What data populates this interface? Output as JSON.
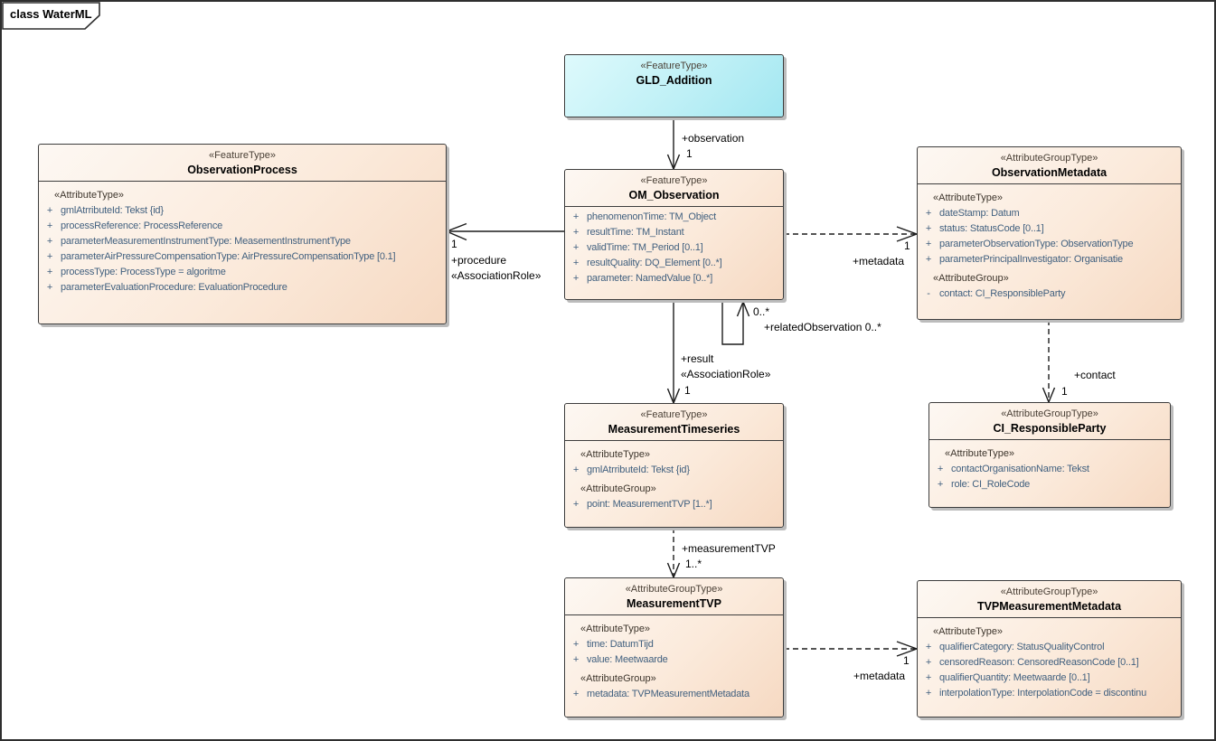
{
  "frame": {
    "tab_label": "class WaterML"
  },
  "colors": {
    "class_fill": "#f6d9c2",
    "feature_type_fill": "#a2e7f1",
    "border": "#3d3d3d",
    "attribute_text": "#41607f",
    "stereotype_text": "#4a4036"
  },
  "boxes": {
    "gld": {
      "stereotype": "«FeatureType»",
      "name": "GLD_Addition",
      "rows": []
    },
    "omObservation": {
      "stereotype": "«FeatureType»",
      "name": "OM_Observation",
      "rows": [
        {
          "vis": "+",
          "text": "phenomenonTime: TM_Object"
        },
        {
          "vis": "+",
          "text": "resultTime: TM_Instant"
        },
        {
          "vis": "+",
          "text": "validTime: TM_Period [0..1]"
        },
        {
          "vis": "+",
          "text": "resultQuality: DQ_Element [0..*]"
        },
        {
          "vis": "+",
          "text": "parameter: NamedValue [0..*]"
        }
      ]
    },
    "observationProcess": {
      "stereotype": "«FeatureType»",
      "name": "ObservationProcess",
      "rows": [
        {
          "kind": "stereo",
          "text": "«AttributeType»"
        },
        {
          "vis": "+",
          "text": "gmlAtrributeId: Tekst {id}"
        },
        {
          "vis": "+",
          "text": "processReference: ProcessReference"
        },
        {
          "vis": "+",
          "text": "parameterMeasurementInstrumentType: MeasementInstrumentType"
        },
        {
          "vis": "+",
          "text": "parameterAirPressureCompensationType: AirPressureCompensationType [0.1]"
        },
        {
          "vis": "+",
          "text": "processType: ProcessType = algoritme"
        },
        {
          "vis": "+",
          "text": "parameterEvaluationProcedure: EvaluationProcedure"
        }
      ]
    },
    "observationMetadata": {
      "stereotype": "«AttributeGroupType»",
      "name": "ObservationMetadata",
      "rows": [
        {
          "kind": "stereo",
          "text": "«AttributeType»"
        },
        {
          "vis": "+",
          "text": "dateStamp: Datum"
        },
        {
          "vis": "+",
          "text": "status: StatusCode [0..1]"
        },
        {
          "vis": "+",
          "text": "parameterObservationType: ObservationType"
        },
        {
          "vis": "+",
          "text": "parameterPrincipalInvestigator: Organisatie"
        },
        {
          "kind": "stereo",
          "text": "«AttributeGroup»"
        },
        {
          "vis": "-",
          "text": "contact: CI_ResponsibleParty"
        }
      ]
    },
    "measurementTimeseries": {
      "stereotype": "«FeatureType»",
      "name": "MeasurementTimeseries",
      "rows": [
        {
          "kind": "stereo",
          "text": "«AttributeType»"
        },
        {
          "vis": "+",
          "text": "gmlAtrributeId: Tekst {id}"
        },
        {
          "kind": "stereo",
          "text": "«AttributeGroup»"
        },
        {
          "vis": "+",
          "text": "point: MeasurementTVP [1..*]"
        }
      ]
    },
    "ciResponsibleParty": {
      "stereotype": "«AttributeGroupType»",
      "name": "CI_ResponsibleParty",
      "rows": [
        {
          "kind": "stereo",
          "text": "«AttributeType»"
        },
        {
          "vis": "+",
          "text": "contactOrganisationName: Tekst"
        },
        {
          "vis": "+",
          "text": "role: CI_RoleCode"
        }
      ]
    },
    "measurementTVP": {
      "stereotype": "«AttributeGroupType»",
      "name": "MeasurementTVP",
      "rows": [
        {
          "kind": "stereo",
          "text": "«AttributeType»"
        },
        {
          "vis": "+",
          "text": "time: DatumTijd"
        },
        {
          "vis": "+",
          "text": "value: Meetwaarde"
        },
        {
          "kind": "stereo",
          "text": "«AttributeGroup»"
        },
        {
          "vis": "+",
          "text": "metadata: TVPMeasurementMetadata"
        }
      ]
    },
    "tvpMeasurementMetadata": {
      "stereotype": "«AttributeGroupType»",
      "name": "TVPMeasurementMetadata",
      "rows": [
        {
          "kind": "stereo",
          "text": "«AttributeType»"
        },
        {
          "vis": "+",
          "text": "qualifierCategory: StatusQualityControl"
        },
        {
          "vis": "+",
          "text": "censoredReason: CensoredReasonCode [0..1]"
        },
        {
          "vis": "+",
          "text": "qualifierQuantity: Meetwaarde [0..1]"
        },
        {
          "vis": "+",
          "text": "interpolationType: InterpolationCode = discontinu"
        }
      ]
    }
  },
  "connectors": {
    "observation": {
      "role": "+observation",
      "mult": "1"
    },
    "procedure": {
      "mult": "1",
      "role": "+procedure",
      "stereotype": "«AssociationRole»"
    },
    "metadataObservation": {
      "mult": "1",
      "role": "+metadata"
    },
    "relatedObservation": {
      "mult": "0..*",
      "role": "+relatedObservation 0..*"
    },
    "result": {
      "role": "+result",
      "stereotype": "«AssociationRole»",
      "mult": "1"
    },
    "contact": {
      "role": "+contact",
      "mult": "1"
    },
    "measurementTVP": {
      "role": "+measurementTVP",
      "mult": "1..*"
    },
    "metadataTVP": {
      "mult": "1",
      "role": "+metadata"
    }
  }
}
